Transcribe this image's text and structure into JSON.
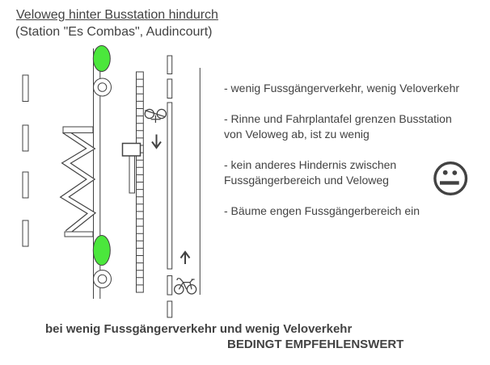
{
  "title": "Veloweg hinter Busstation hindurch",
  "subtitle": "(Station \"Es Combas\", Audincourt)",
  "annotations": {
    "items": [
      {
        "lines": [
          "- wenig Fussgängerverkehr, wenig Veloverkehr"
        ]
      },
      {
        "lines": [
          "- Rinne und Fahrplantafel grenzen Busstation",
          "von Veloweg ab, ist zu wenig"
        ]
      },
      {
        "lines": [
          "- kein anderes Hindernis zwischen",
          "Fussgängerbereich und Veloweg"
        ]
      },
      {
        "lines": [
          "- Bäume engen Fussgängerbereich ein"
        ]
      }
    ]
  },
  "verdict": {
    "condition": "bei wenig Fussgängerverkehr und wenig Veloverkehr",
    "rating": "BEDINGT EMPFEHLENSWERT"
  },
  "colors": {
    "ink": "#424242",
    "tree_green": "#4BE73C",
    "background": "#ffffff"
  },
  "icons": {
    "neutral-face-icon": "circle outline with two dot eyes and straight bar mouth",
    "tree-icon": "green ellipse with outline",
    "pole-icon": "concentric double circle",
    "bicycle-icon": "two-circle bicycle glyph",
    "arrow-down-icon": "↓",
    "arrow-up-icon": "↑",
    "zigzag-barrier-icon": "accordion zigzag band between two bars",
    "gutter-icon": "ladder strip (Rinne grating)",
    "timetable-board-icon": "rectangle on post (Fahrplantafel)"
  }
}
